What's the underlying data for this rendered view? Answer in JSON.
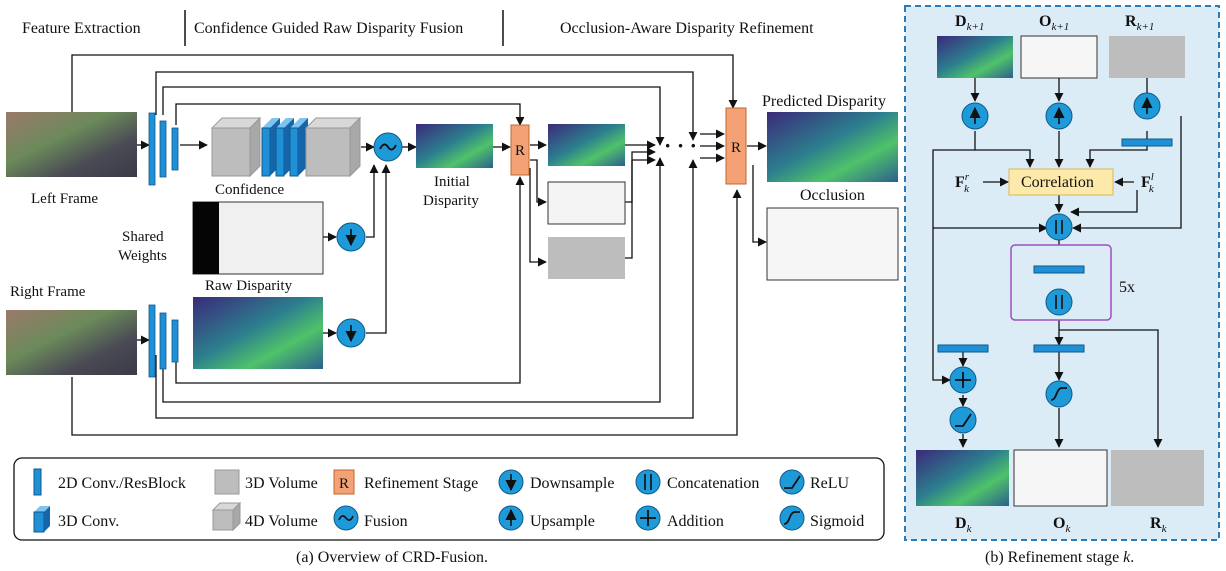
{
  "headers": {
    "feature_extraction": "Feature Extraction",
    "confidence_fusion": "Confidence Guided Raw Disparity Fusion",
    "occlusion_refinement": "Occlusion-Aware Disparity Refinement"
  },
  "overview": {
    "left_frame": "Left Frame",
    "right_frame": "Right Frame",
    "shared_weights_line1": "Shared",
    "shared_weights_line2": "Weights",
    "confidence": "Confidence",
    "raw_disparity": "Raw Disparity",
    "initial_disparity_line1": "Initial",
    "initial_disparity_line2": "Disparity",
    "refine_letter": "R",
    "dots": "· · ·",
    "predicted_disparity": "Predicted Disparity",
    "occlusion": "Occlusion"
  },
  "legend": {
    "conv2d": "2D Conv./ResBlock",
    "conv3d": "3D Conv.",
    "volume3d": "3D Volume",
    "volume4d": "4D Volume",
    "refinement_letter": "R",
    "refinement": "Refinement Stage",
    "fusion": "Fusion",
    "downsample": "Downsample",
    "upsample": "Upsample",
    "concatenation": "Concatenation",
    "addition": "Addition",
    "relu": "ReLU",
    "sigmoid": "Sigmoid"
  },
  "refinement_stage": {
    "d_prev": "D",
    "o_prev": "O",
    "r_prev": "R",
    "sub_prev": "k+1",
    "f_right": "F",
    "f_right_sup": "r",
    "f_left": "F",
    "f_left_sup": "l",
    "sub_k": "k",
    "correlation": "Correlation",
    "repeat": "5x",
    "d_out": "D",
    "o_out": "O",
    "r_out": "R"
  },
  "captions": {
    "a_prefix": "(a) Overview of CRD-Fusion.",
    "b_prefix": "(b) Refinement stage ",
    "b_k": "k",
    "b_suffix": "."
  },
  "colors": {
    "conv_blue": "#1f8fd6",
    "node_blue": "#1e9ad8",
    "refine_orange": "#f4a275",
    "volume_gray": "#bdbdbd",
    "correlation_yellow": "#fde9a9",
    "panel_bg": "#dcecf7",
    "panel_border": "#2a7bb8",
    "concat_box": "#9b4fc2"
  }
}
